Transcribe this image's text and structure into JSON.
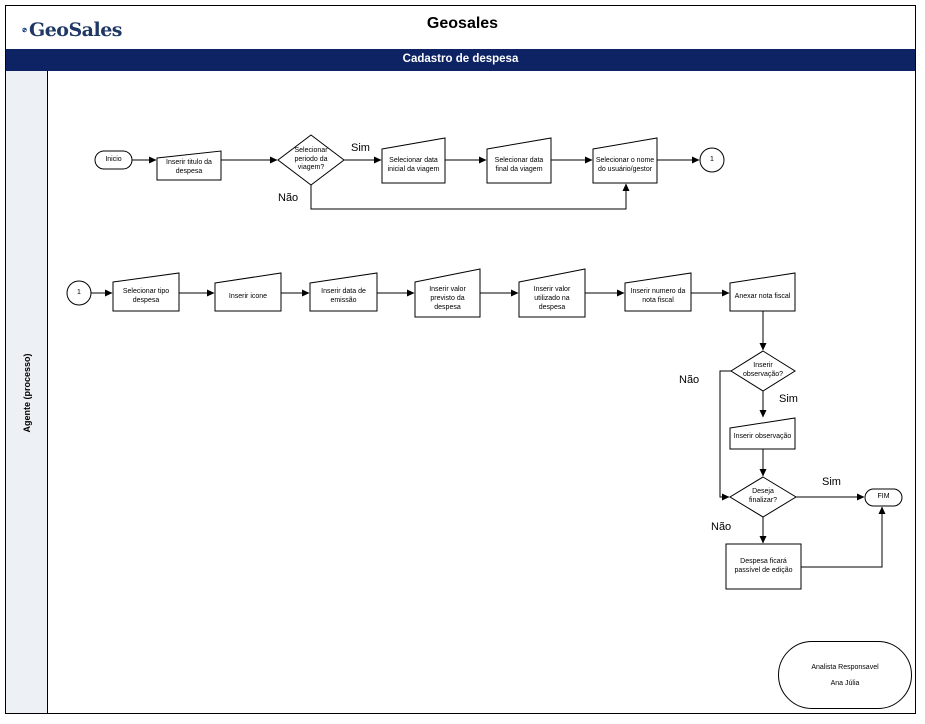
{
  "header": {
    "logo_text": "GeoSales",
    "title": "Geosales",
    "subtitle": "Cadastro de despesa"
  },
  "lane": {
    "label": "Agente (processo)"
  },
  "nodes": {
    "inicio": "Inicio",
    "titulo": "Inserir titulo da despesa",
    "periodo": "Selecionar periodo da viagem?",
    "data_inicial": "Selecionar data inicial da viagem",
    "data_final": "Selecionar data final da viagem",
    "usuario": "Selecionar o nome do usuário/gestor",
    "conector_a": "1",
    "conector_b": "1",
    "tipo": "Selecionar tipo despesa",
    "icone": "Inserir icone",
    "emissao": "Inserir data de emissão",
    "previsto": "Inserir valor previsto da despesa",
    "utilizado": "Inserir valor utilizado na despesa",
    "numero_nota": "Inserir numero da nota fiscal",
    "anexar": "Anexar nota fiscal",
    "obs_decisao": "Inserir observação?",
    "obs_inserir": "Inserir observação",
    "finalizar": "Deseja finalizar?",
    "passivel": "Despesa ficará passível de edição",
    "fim": "FIM"
  },
  "edge_labels": {
    "periodo_sim": "Sim",
    "periodo_nao": "Não",
    "obs_nao": "Não",
    "obs_sim": "Sim",
    "fim_sim": "Sim",
    "fim_nao": "Não"
  },
  "signature": {
    "role": "Analista Responsavel",
    "name": "Ana Júlia"
  },
  "colors": {
    "band": "#0d2364",
    "lane": "#edf0f4",
    "logo_blue": "#1f3864",
    "logo_light": "#5b9bd5"
  }
}
